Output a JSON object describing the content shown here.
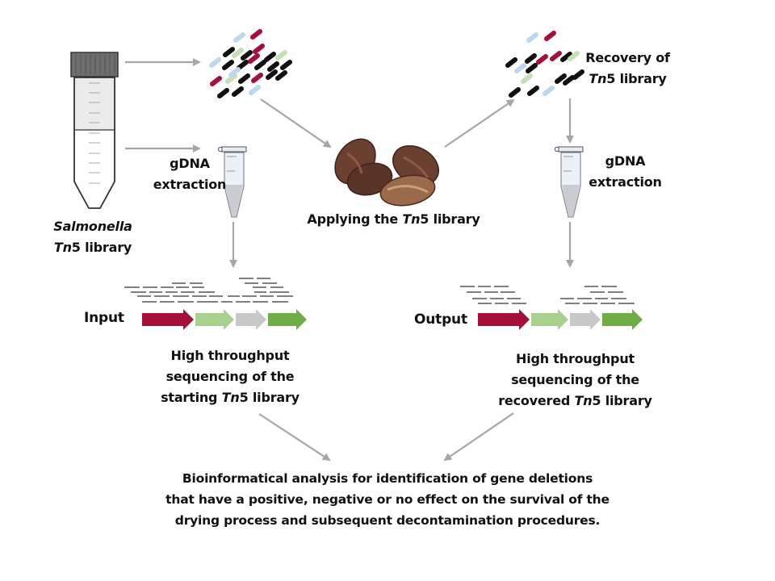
{
  "colors": {
    "arrow": "#a6a6a6",
    "gene1": "#a50f3a",
    "gene2": "#a9d18e",
    "gene3": "#c8c8c8",
    "gene4": "#70ad47",
    "read": "#808080",
    "transposon_black": "#111111",
    "transposon_red": "#a50f3a",
    "transposon_green": "#c5e0b4",
    "transposon_blue": "#bdd7ee"
  },
  "labels": {
    "salmonella_line1": "Salmonella",
    "salmonella_tn": "Tn",
    "salmonella_line2_rest": "5 library",
    "gdna_left_line1": "gDNA",
    "gdna_left_line2": "extraction",
    "applying_pre": "Applying the ",
    "applying_tn": "Tn",
    "applying_post": "5 library",
    "recovery_line1": "Recovery of",
    "recovery_tn": "Tn",
    "recovery_line2_rest": "5 library",
    "gdna_right_line1": "gDNA",
    "gdna_right_line2": "extraction",
    "input": "Input",
    "output": "Output",
    "seq_left_line1": "High throughput",
    "seq_left_line2": "sequencing of the",
    "seq_left_line3_pre": "starting ",
    "seq_left_tn": "Tn",
    "seq_left_line3_post": "5 library",
    "seq_right_line1": "High throughput",
    "seq_right_line2": "sequencing of the",
    "seq_right_line3_pre": "recovered ",
    "seq_right_tn": "Tn",
    "seq_right_line3_post": "5 library",
    "analysis_line1": "Bioinformatical analysis for identification of gene deletions",
    "analysis_line2": "that have a positive, negative or no effect on the survival of the",
    "analysis_line3": "drying process and subsequent decontamination procedures."
  },
  "icons": [
    "falcon-tube-icon",
    "transposon-library-icon",
    "eppendorf-tube-icon",
    "cocoa-beans-icon",
    "gene-arrows-icon",
    "sequencing-reads-icon"
  ]
}
